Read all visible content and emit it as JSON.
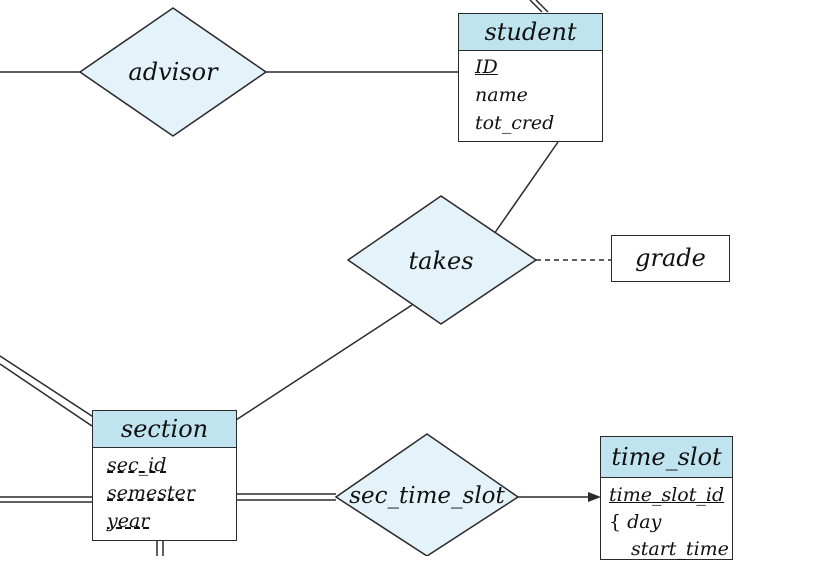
{
  "colors": {
    "entity_header": "#bfe3ef",
    "relationship_fill": "#e4f2f9",
    "stroke": "#2a2a2a"
  },
  "relationships": {
    "advisor": "advisor",
    "takes": "takes",
    "sec_time_slot": "sec_time_slot"
  },
  "entities": {
    "student": {
      "name": "student",
      "attrs": [
        "ID",
        "name",
        "tot_cred"
      ]
    },
    "section": {
      "name": "section",
      "attrs": [
        "sec_id",
        "semester",
        "year"
      ]
    },
    "time_slot": {
      "name": "time_slot",
      "attrs": [
        "time_slot_id",
        "{",
        "day",
        "start_time"
      ]
    }
  },
  "attributes": {
    "grade": "grade"
  }
}
